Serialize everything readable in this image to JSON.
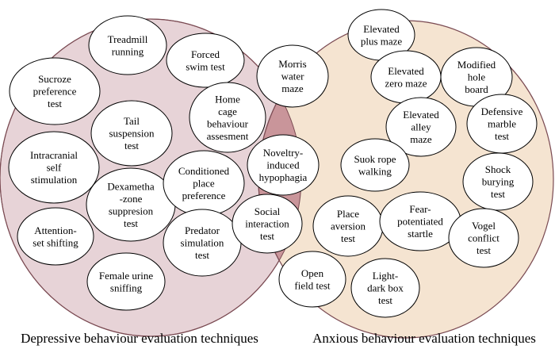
{
  "colors": {
    "left_fill": "#e7d3d7",
    "right_fill": "#f5e4d1",
    "overlap_fill": "#c9959a",
    "outline": "#7a4a52",
    "node_fill": "#ffffff",
    "node_stroke": "#000000"
  },
  "captions": {
    "left": "Depressive behaviour evaluation techniques",
    "right": "Anxious behaviour evaluation techniques"
  },
  "nodes": [
    {
      "lines": [
        "Treadmill",
        "running"
      ]
    },
    {
      "lines": [
        "Sucroze",
        "preference",
        "test"
      ]
    },
    {
      "lines": [
        "Forced",
        "swim test"
      ]
    },
    {
      "lines": [
        "Tail",
        "suspension",
        "test"
      ]
    },
    {
      "lines": [
        "Intracranial",
        "self",
        "stimulation"
      ]
    },
    {
      "lines": [
        "Dexametha",
        "-zone",
        "suppresion",
        "test"
      ]
    },
    {
      "lines": [
        "Conditioned",
        "place",
        "preference"
      ]
    },
    {
      "lines": [
        "Attention-",
        "set shifting"
      ]
    },
    {
      "lines": [
        "Predator",
        "simulation",
        "test"
      ]
    },
    {
      "lines": [
        "Female urine",
        "sniffing"
      ]
    },
    {
      "lines": [
        "Morris",
        "water",
        "maze"
      ]
    },
    {
      "lines": [
        "Home",
        "cage",
        "behaviour",
        "assesment"
      ]
    },
    {
      "lines": [
        "Noveltry-",
        "induced",
        "hypophagia"
      ]
    },
    {
      "lines": [
        "Social",
        "interaction",
        "test"
      ]
    },
    {
      "lines": [
        "Elevated",
        "plus maze"
      ]
    },
    {
      "lines": [
        "Elevated",
        "zero maze"
      ]
    },
    {
      "lines": [
        "Modified",
        "hole",
        "board"
      ]
    },
    {
      "lines": [
        "Elevated",
        "alley",
        "maze"
      ]
    },
    {
      "lines": [
        "Defensive",
        "marble",
        "test"
      ]
    },
    {
      "lines": [
        "Suok rope",
        "walking"
      ]
    },
    {
      "lines": [
        "Shock",
        "burying",
        "test"
      ]
    },
    {
      "lines": [
        "Place",
        "aversion",
        "test"
      ]
    },
    {
      "lines": [
        "Fear-",
        "potentiated",
        "startle"
      ]
    },
    {
      "lines": [
        "Vogel",
        "conflict",
        "test"
      ]
    },
    {
      "lines": [
        "Open",
        "field test"
      ]
    },
    {
      "lines": [
        "Light-",
        "dark box",
        "test"
      ]
    }
  ]
}
